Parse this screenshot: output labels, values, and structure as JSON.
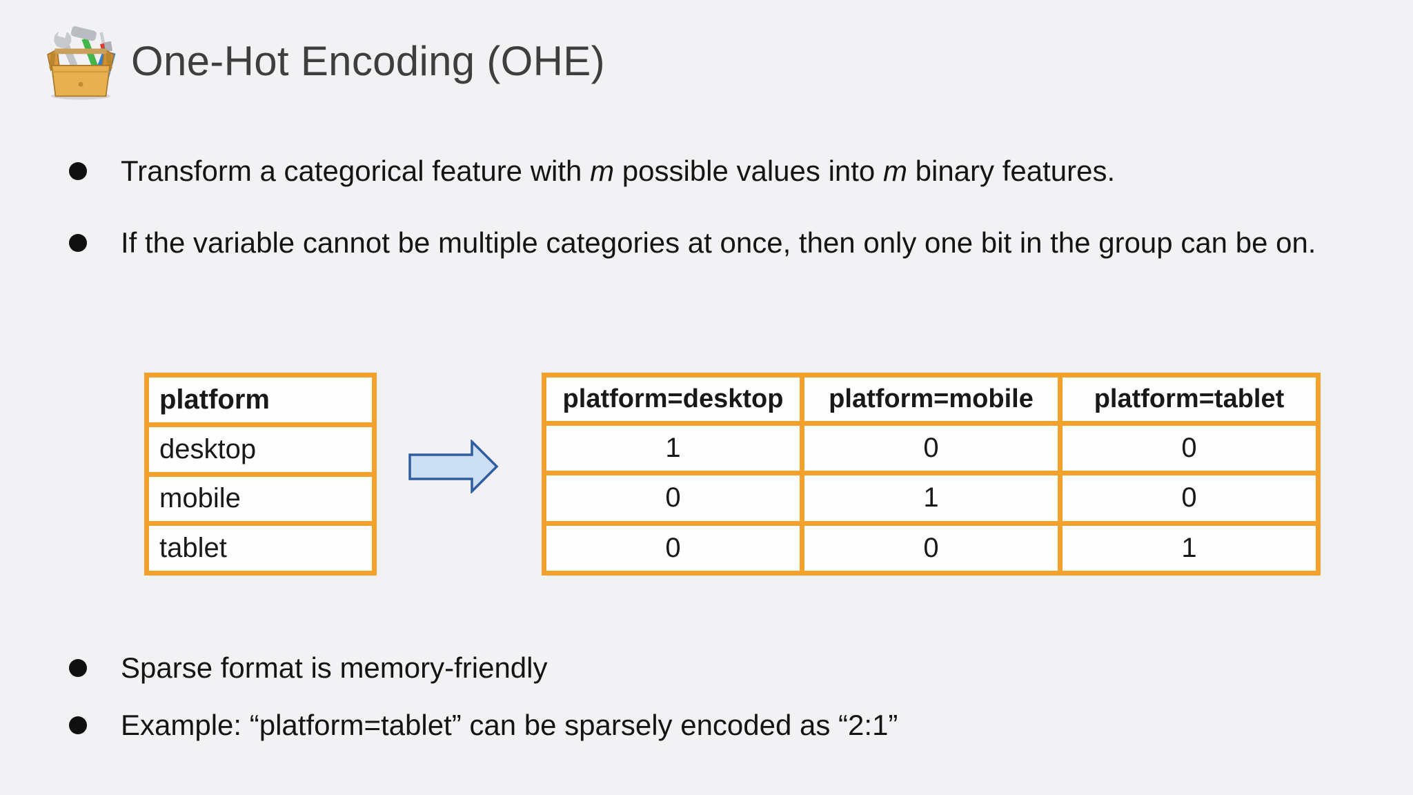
{
  "slide": {
    "title": "One-Hot Encoding (OHE)",
    "title_icon": "toolbox-icon"
  },
  "bullets": {
    "b1_part1": "Transform a categorical feature with ",
    "b1_var1": "m",
    "b1_part2": " possible values into ",
    "b1_var2": "m",
    "b1_part3": " binary features.",
    "b2": "If the variable cannot be multiple categories at once, then only one bit in the group can be on.",
    "b3": "Sparse format is memory-friendly",
    "b4": "Example: “platform=tablet” can be sparsely encoded as “2:1”"
  },
  "diagram": {
    "source_table": {
      "header": "platform",
      "rows": [
        "desktop",
        "mobile",
        "tablet"
      ]
    },
    "arrow_icon": "right-arrow",
    "encoded_table": {
      "headers": [
        "platform=desktop",
        "platform=mobile",
        "platform=tablet"
      ],
      "rows": [
        [
          "1",
          "0",
          "0"
        ],
        [
          "0",
          "1",
          "0"
        ],
        [
          "0",
          "0",
          "1"
        ]
      ]
    }
  },
  "colors": {
    "background": "#f2f1f3",
    "table_border": "#f2a22c",
    "cell_background": "#fefefe",
    "title_text": "#3e3e3e",
    "body_text": "#141414",
    "arrow_fill": "#cbdef2",
    "arrow_stroke": "#2e5c9e"
  }
}
